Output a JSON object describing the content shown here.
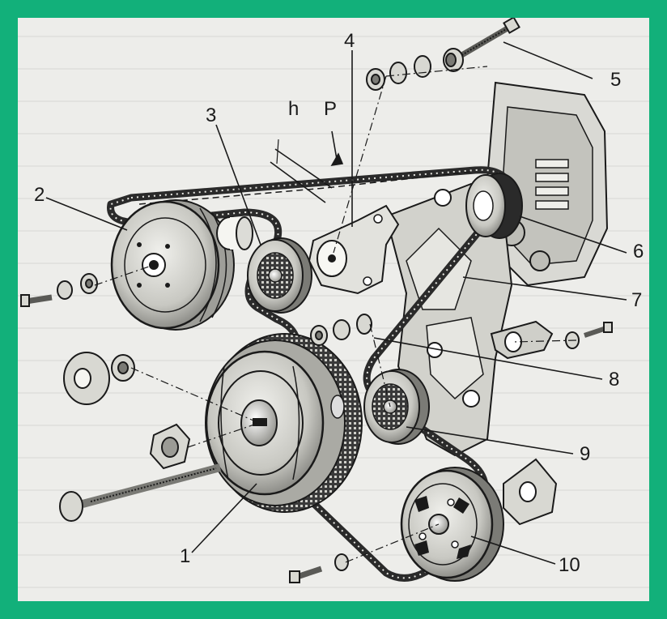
{
  "figure": {
    "callouts": [
      {
        "id": "1",
        "text": "1"
      },
      {
        "id": "2",
        "text": "2"
      },
      {
        "id": "3",
        "text": "3"
      },
      {
        "id": "4",
        "text": "4"
      },
      {
        "id": "5",
        "text": "5"
      },
      {
        "id": "6",
        "text": "6"
      },
      {
        "id": "7",
        "text": "7"
      },
      {
        "id": "8",
        "text": "8"
      },
      {
        "id": "9",
        "text": "9"
      },
      {
        "id": "10",
        "text": "10"
      }
    ],
    "dimension_labels": {
      "h": "h",
      "P": "P"
    }
  },
  "colors": {
    "frame": "#12b07a",
    "paper": "#ededea",
    "ink": "#1a1a1a",
    "belt": "#2a2a2a",
    "metal_light": "#d6d6d2",
    "metal_mid": "#a9a9a4"
  }
}
